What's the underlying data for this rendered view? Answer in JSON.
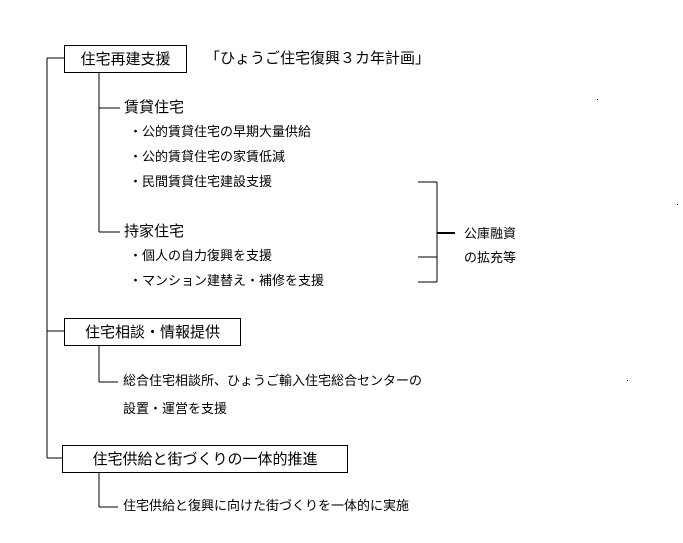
{
  "sections": [
    {
      "title": "住宅再建支援",
      "note": "「ひょうご住宅復興３カ年計画」"
    },
    {
      "title": "住宅相談・情報提供"
    },
    {
      "title": "住宅供給と街づくりの一体的推進"
    }
  ],
  "rental": {
    "heading": "賃貸住宅",
    "items": [
      "・公的賃貸住宅の早期大量供給",
      "・公的賃貸住宅の家賃低減",
      "・民間賃貸住宅建設支援"
    ]
  },
  "owned": {
    "heading": "持家住宅",
    "items": [
      "・個人の自力復興を支援",
      "・マンション建替え・補修を支援"
    ]
  },
  "finance": {
    "line1": "公庫融資",
    "line2": "の拡充等"
  },
  "consult": {
    "line1": "総合住宅相談所、ひょうご輸入住宅総合センターの",
    "line2": "設置・運営を支援"
  },
  "town": {
    "text": "住宅供給と復興に向けた街づくりを一体的に実施"
  }
}
